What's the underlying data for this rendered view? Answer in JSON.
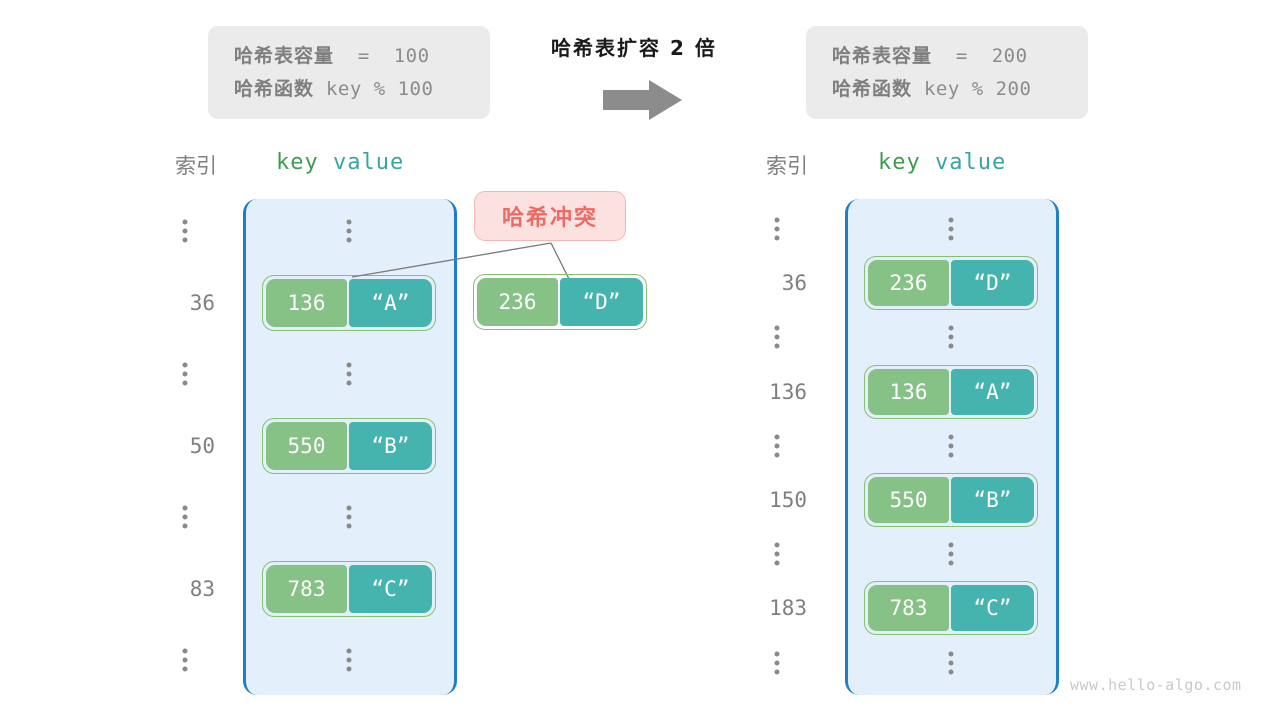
{
  "meta": {
    "watermark": "www.hello-algo.com"
  },
  "transition": {
    "caption": "哈希表扩容 2 倍",
    "arrow_icon": "right-arrow-icon",
    "arrow_color": "#8c8c8c"
  },
  "before": {
    "info": {
      "capacity_label": "哈希表容量",
      "capacity_value": "=  100",
      "function_label": "哈希函数",
      "function_value": "key % 100"
    },
    "headers": {
      "index": "索引",
      "key": "key",
      "value": "value"
    },
    "rows": [
      {
        "type": "ellipsis",
        "index": ""
      },
      {
        "type": "entry",
        "index": "36",
        "key": "136",
        "value": "“A”"
      },
      {
        "type": "ellipsis",
        "index": ""
      },
      {
        "type": "entry",
        "index": "50",
        "key": "550",
        "value": "“B”"
      },
      {
        "type": "ellipsis",
        "index": ""
      },
      {
        "type": "entry",
        "index": "83",
        "key": "783",
        "value": "“C”"
      },
      {
        "type": "ellipsis",
        "index": ""
      }
    ]
  },
  "collision": {
    "label": "哈希冲突",
    "color": "#ef6a62",
    "background": "#fbe1e0",
    "entry": {
      "key": "236",
      "value": "“D”"
    }
  },
  "after": {
    "info": {
      "capacity_label": "哈希表容量",
      "capacity_value": "=  200",
      "function_label": "哈希函数",
      "function_value": "key % 200"
    },
    "headers": {
      "index": "索引",
      "key": "key",
      "value": "value"
    },
    "rows": [
      {
        "type": "ellipsis",
        "index": ""
      },
      {
        "type": "entry",
        "index": "36",
        "key": "236",
        "value": "“D”"
      },
      {
        "type": "ellipsis",
        "index": ""
      },
      {
        "type": "entry",
        "index": "136",
        "key": "136",
        "value": "“A”"
      },
      {
        "type": "ellipsis",
        "index": ""
      },
      {
        "type": "entry",
        "index": "150",
        "key": "550",
        "value": "“B”"
      },
      {
        "type": "ellipsis",
        "index": ""
      },
      {
        "type": "entry",
        "index": "183",
        "key": "783",
        "value": "“C”"
      },
      {
        "type": "ellipsis",
        "index": ""
      }
    ]
  },
  "colors": {
    "key_cell": "#86c285",
    "value_cell": "#45b4ae",
    "bucket_fill": "#e3f0fb",
    "bucket_border": "#1f7fc4",
    "info_bg": "#ebebeb",
    "text_gray": "#7f7f7f"
  }
}
